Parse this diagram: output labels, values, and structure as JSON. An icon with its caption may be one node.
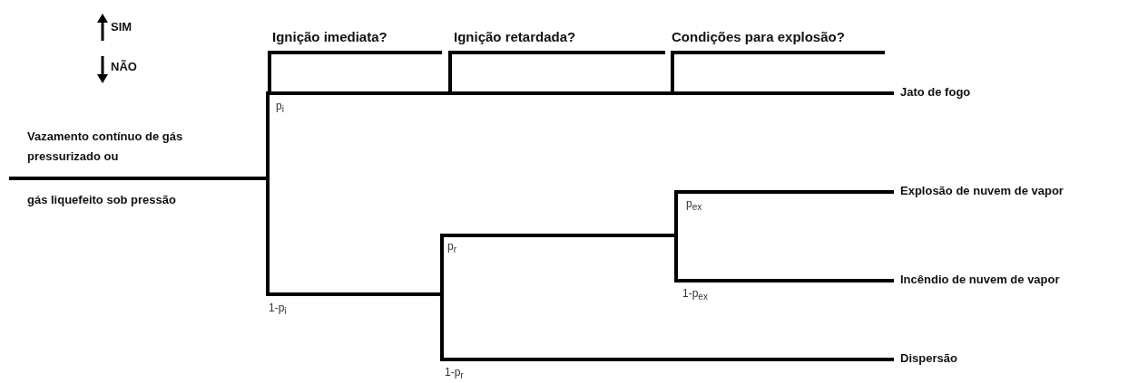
{
  "diagram": {
    "nodes": [
      {
        "text": [
          "Vazamento contínuo de gás pressurizado ou",
          "gás liquefeito sob pressão"
        ]
      },
      {
        "text": [
          "Jato de fogo"
        ]
      },
      {
        "text": [
          "Explosão de nuvem de vapor"
        ]
      },
      {
        "text": [
          "Incêndio de nuvem de vapor"
        ]
      },
      {
        "text": [
          "Dispersão"
        ]
      }
    ],
    "edges": [
      {
        "from": 0,
        "to": 1,
        "arrow": "none"
      },
      {
        "from": 0,
        "to": 2,
        "arrow": "none"
      },
      {
        "from": 0,
        "to": 3,
        "arrow": "none"
      },
      {
        "from": 0,
        "to": 4,
        "arrow": "none"
      }
    ],
    "labels": [
      "SIM",
      "NÃO",
      "Ignição imediata?",
      "Ignição retardada?",
      "Condições para explosão?",
      "p$_{i}$",
      "1-p$_{i}$",
      "p$_{r}$",
      "1-p$_{r}$",
      "p$_{ex}$",
      "1-p$_{ex}$"
    ]
  }
}
